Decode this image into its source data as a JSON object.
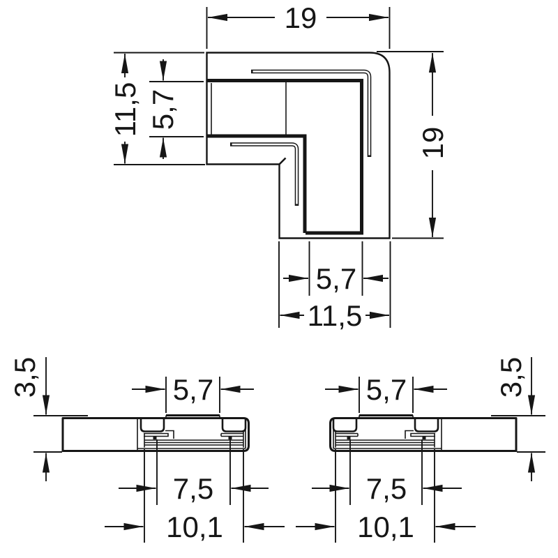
{
  "drawing": {
    "type": "technical-dimension-drawing",
    "line_color": "#161616",
    "background_color": "#ffffff",
    "decimal_separator": ","
  },
  "labels": {
    "top_view": {
      "overall_width": "19",
      "overall_height": "19",
      "left_arm_height": "11,5",
      "left_channel_opening": "5,7",
      "bottom_channel_opening": "5,7",
      "bottom_arm_width": "11,5"
    },
    "left_section": {
      "height": "3,5",
      "channel_width": "5,7",
      "clip_span": "7,5",
      "base_span": "10,1"
    },
    "right_section": {
      "height": "3,5",
      "channel_width": "5,7",
      "clip_span": "7,5",
      "base_span": "10,1"
    }
  }
}
